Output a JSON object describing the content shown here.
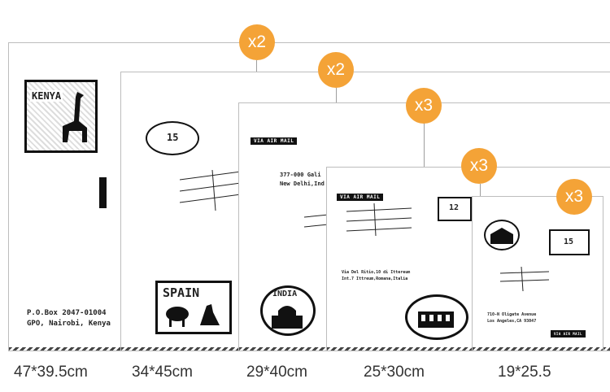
{
  "badge_color": "#f4a337",
  "sizes": [
    {
      "label": "47*39.5cm",
      "quantity": "x2"
    },
    {
      "label": "34*45cm",
      "quantity": "x2"
    },
    {
      "label": "29*40cm",
      "quantity": "x3"
    },
    {
      "label": "25*30cm",
      "quantity": "x3"
    },
    {
      "label": "19*25.5",
      "quantity": "x3"
    }
  ],
  "envelopes": {
    "first": {
      "stamp_text": "KENYA",
      "address_line1": "P.O.Box 2047-01004",
      "address_line2": "GPO, Nairobi, Kenya"
    },
    "second": {
      "stamp_text": "SPAIN",
      "postmark_number": "15"
    },
    "third": {
      "via_label": "VIA AIR MAIL",
      "address_line1": "377-000 Gali",
      "address_line2": "New Delhi,Ind",
      "stamp_text": "INDIA"
    },
    "fourth": {
      "via_label": "VIA AIR MAIL",
      "address_line1": "Via Del Ritio,10 di Ittereum",
      "address_line2": "Int.7 Ittreum,Romana,Italia",
      "postmark_number": "12"
    },
    "fifth": {
      "postmark_number": "15",
      "address_line1": "710-N Oligate Avenue",
      "address_line2": "Los Angeles,CA 93047",
      "via_label": "VIA AIR MAIL"
    }
  }
}
